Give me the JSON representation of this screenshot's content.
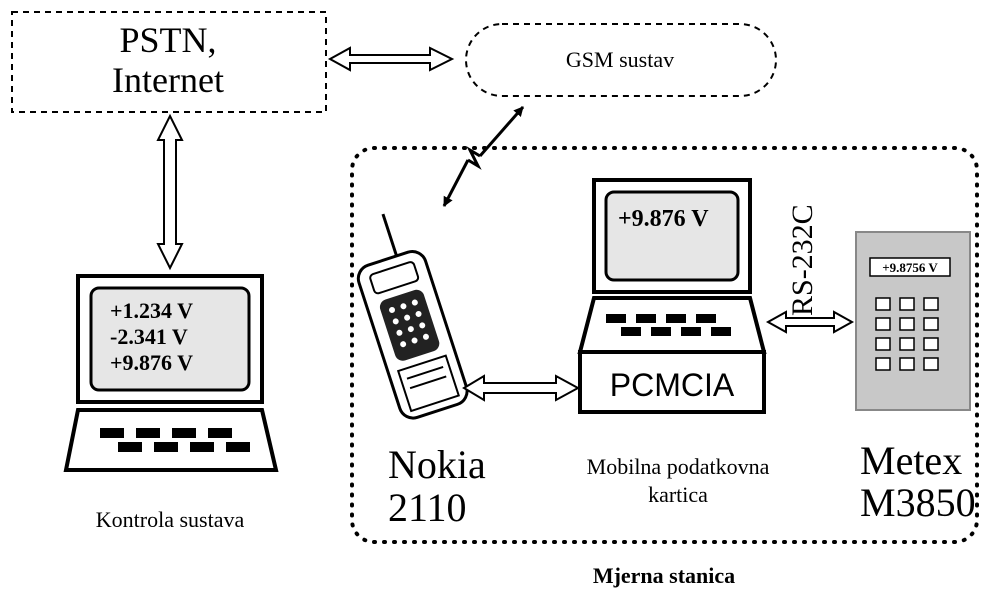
{
  "nodes": {
    "pstn_line1": "PSTN,",
    "pstn_line2": "Internet",
    "gsm": "GSM sustav",
    "control_caption": "Kontrola sustava",
    "control_readings": [
      "+1.234 V",
      "-2.341 V",
      "+9.876 V"
    ],
    "mobile_reading": "+9.876 V",
    "pcmcia": "PCMCIA",
    "rs232": "RS-232C",
    "metex_reading": "+9.8756 V",
    "nokia_line1": "Nokia",
    "nokia_line2": "2110",
    "card_line1": "Mobilna podatkovna",
    "card_line2": "kartica",
    "metex_line1": "Metex",
    "metex_line2": "M3850",
    "station": "Mjerna stanica"
  },
  "colors": {
    "screen": "#e6e6e6",
    "meter_body": "#c8c8c8",
    "ink": "#000000"
  }
}
